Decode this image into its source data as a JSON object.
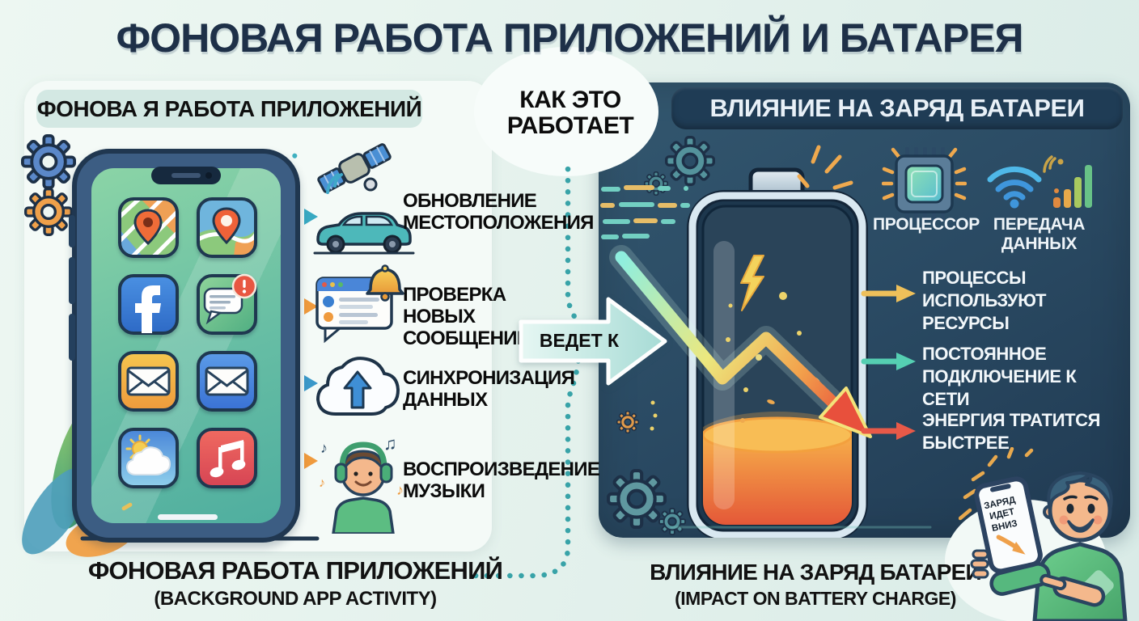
{
  "title": "ФОНОВАЯ РАБОТА ПРИЛОЖЕНИЙ И БАТАРЕЯ",
  "left_panel": {
    "header": "ФОНОВА Я РАБОТА ПРИЛОЖЕНИЙ",
    "phone_apps": [
      "map-app",
      "map-pin-app",
      "facebook-app",
      "messages-app",
      "mail-orange-app",
      "mail-blue-app",
      "weather-app",
      "music-app"
    ],
    "activities": [
      {
        "icon": "satellite-car-icon",
        "label": "ОБНОВЛЕНИЕ МЕСТОПОЛОЖЕНИЯ"
      },
      {
        "icon": "notification-bell-icon",
        "label": "ПРОВЕРКА НОВЫХ СООБЩЕНИЙ"
      },
      {
        "icon": "cloud-sync-icon",
        "label": "СИНХРОНИЗАЦИЯ ДАННЫХ"
      },
      {
        "icon": "music-listener-icon",
        "label": "ВОСПРОИЗВЕДЕНИЕ МУЗЫКИ"
      }
    ],
    "caption": "ФОНОВАЯ РАБОТА ПРИЛОЖЕНИЙ",
    "caption_en": "(BACKGROUND APP ACTIVITY)"
  },
  "connector": {
    "how_it_works": "КАК ЭТО РАБОТАЕТ",
    "leads_to": "ВЕДЕТ К"
  },
  "right_panel": {
    "header": "ВЛИЯНИЕ НА ЗАРЯД БАТАРЕИ",
    "hardware": [
      {
        "icon": "cpu-icon",
        "label": "ПРОЦЕССОР"
      },
      {
        "icon": "wifi-signal-icon",
        "label": "ПЕРЕДАЧА ДАННЫХ"
      }
    ],
    "effects": [
      {
        "label": "ПРОЦЕССЫ ИСПОЛЬЗУЮТ РЕСУРСЫ",
        "arrow_color": "#eec05a"
      },
      {
        "label": "ПОСТОЯННОЕ ПОДКЛЮЧЕНИЕ К СЕТИ",
        "arrow_color": "#55cfb2"
      },
      {
        "label": "ЭНЕРГИЯ ТРАТИТСЯ БЫСТРЕЕ",
        "arrow_color": "#e85948"
      }
    ],
    "phone_message": "ЗАРЯД ИДЕТ ВНИЗ",
    "caption": "ВЛИЯНИЕ НА ЗАРЯД БАТАРЕИ",
    "caption_en": "(IMPACT ON BATTERY CHARGE)"
  },
  "colors": {
    "title_navy": "#1e3048",
    "panel_dark": "#2a4a63",
    "accent_teal": "#3aa6ab",
    "accent_orange": "#ef9a3d",
    "battery_liquid": "#f0883f",
    "zigzag_start": "#8feede",
    "zigzag_end": "#e8503c"
  }
}
